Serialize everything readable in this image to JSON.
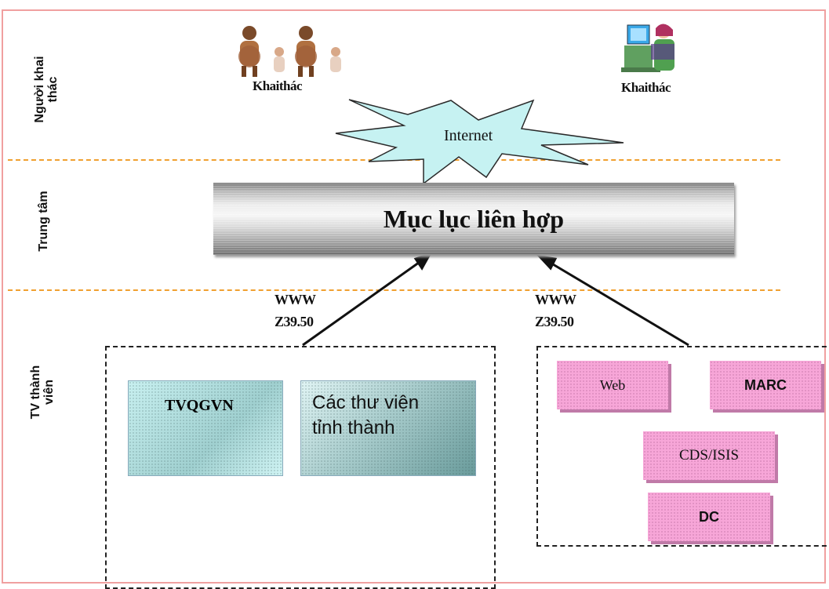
{
  "rows": {
    "users": "Người khai\nthác",
    "center": "Trung tâm",
    "members": "TV thành\nviên"
  },
  "top": {
    "left_label": "Khaithác",
    "right_label": "Khaithác",
    "cloud_label": "Internet"
  },
  "center": {
    "catalog_label": "Mục lục liên hợp"
  },
  "protocols": {
    "left": "WWW\nZ39.50",
    "right": "WWW\nZ39.50"
  },
  "members": {
    "left_boxes": [
      "TVQGVN",
      "Các thư viện\ntỉnh thành"
    ],
    "right_boxes": [
      "Web",
      "MARC",
      "CDS/ISIS",
      "DC"
    ]
  },
  "colors": {
    "dashed_separator": "#f0a030",
    "pink_box": "#f7a6d8",
    "cloud_fill": "#c6f2f2",
    "frame_border": "#f0a0a0"
  }
}
